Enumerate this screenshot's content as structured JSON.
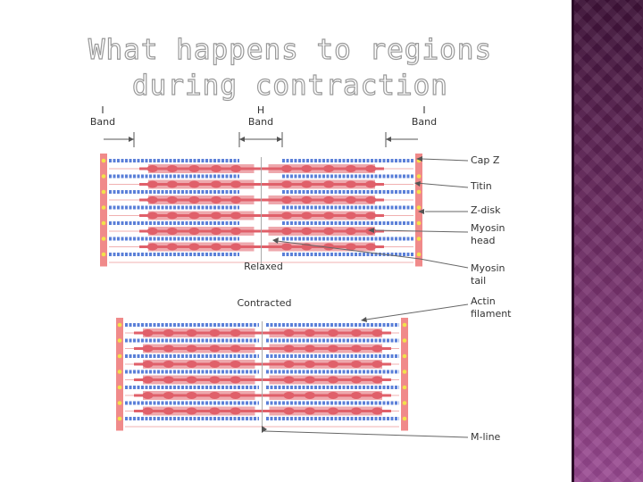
{
  "slide": {
    "title": "What happens to regions during contraction"
  },
  "diagram": {
    "bands": {
      "i_band_left": [
        "I",
        "Band"
      ],
      "h_band": [
        "H",
        "Band"
      ],
      "i_band_right": [
        "I",
        "Band"
      ]
    },
    "labels": {
      "relaxed": "Relaxed",
      "contracted": "Contracted",
      "cap_z": "Cap Z",
      "titin": "Titin",
      "z_disk": "Z-disk",
      "myosin_head": [
        "Myosin",
        "head"
      ],
      "myosin_tail": [
        "Myosin",
        "tail"
      ],
      "actin_filament": [
        "Actin",
        "filament"
      ],
      "m_line": "M-line"
    },
    "colors": {
      "actin": "#5a7fd8",
      "myosin": "#e0606a",
      "z_disk": "#f08a8a",
      "cap_z": "#f2e24a",
      "title_outline": "#9a9a9a",
      "side_panel": "#6a2a60"
    }
  }
}
